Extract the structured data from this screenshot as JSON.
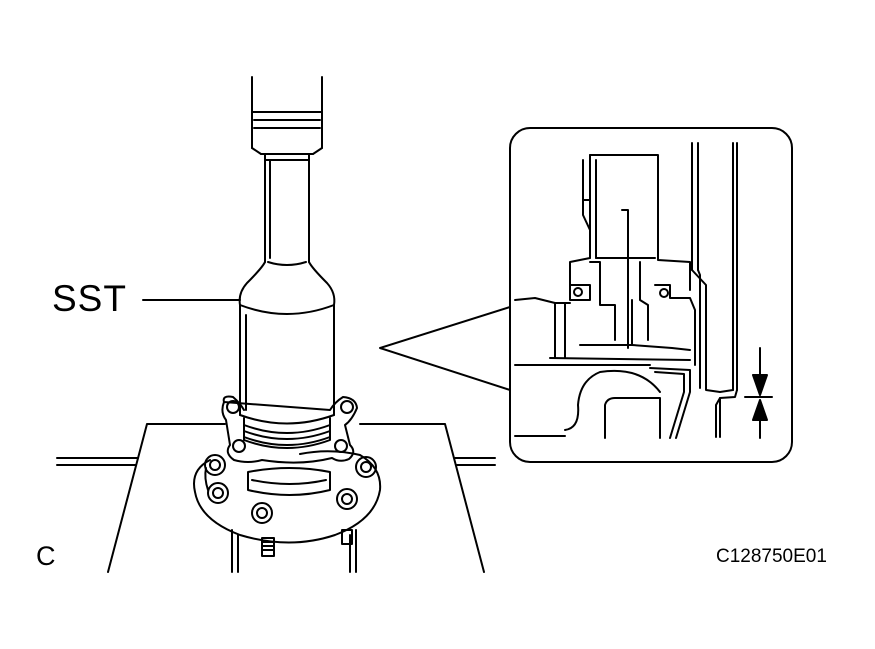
{
  "labels": {
    "tool": "SST",
    "corner": "C",
    "figure_code": "C128750E01"
  },
  "colors": {
    "line": "#000000",
    "background": "#ffffff"
  }
}
